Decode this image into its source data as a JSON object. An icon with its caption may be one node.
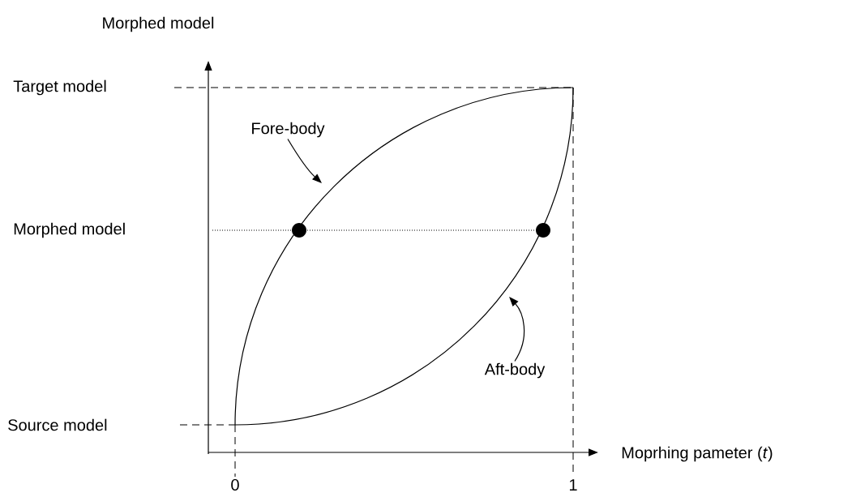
{
  "diagram": {
    "nodes": [
      {
        "text": [
          "Fore-body"
        ]
      },
      {
        "text": [
          "Aft-body"
        ]
      }
    ],
    "edges": [
      {
        "from": 0,
        "to": null,
        "arrow": "to"
      },
      {
        "from": 1,
        "to": null,
        "arrow": "to"
      }
    ],
    "labels": [
      "Morphed model",
      "Target model",
      "Morphed model",
      "Source model",
      "Moprhing pameter (*t*)",
      "0",
      "1"
    ]
  }
}
